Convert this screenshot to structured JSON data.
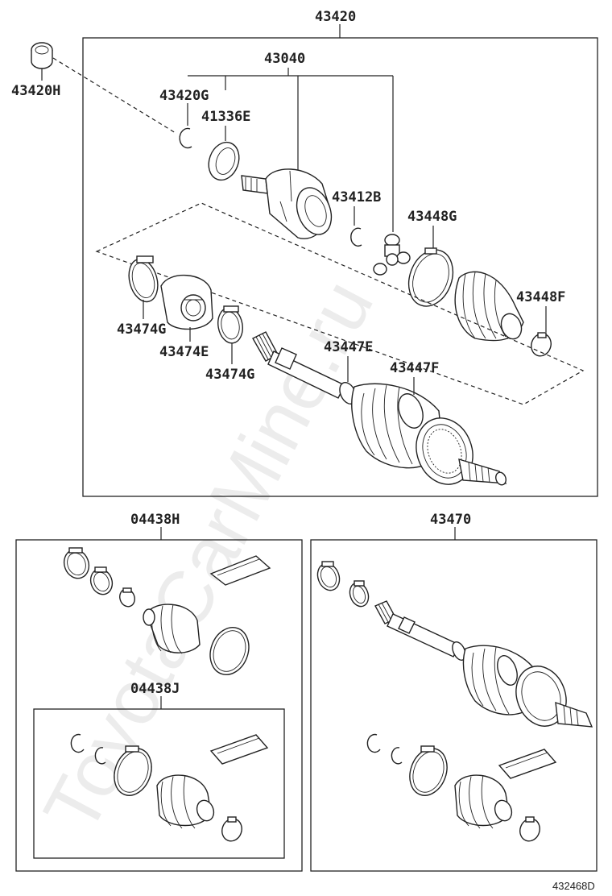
{
  "labels": {
    "assy_main": "43420",
    "assy_inboard_joint": "43040",
    "dust_cover": "43420H",
    "snap_ring_1": "43420G",
    "snap_ring_2": "41336E",
    "snap_ring_3": "43412B",
    "band_inner_large": "43448G",
    "band_inner_small": "43448F",
    "band_outer_1": "43474G",
    "boot_outer": "43474E",
    "band_outer_2": "43474G",
    "clamp_e": "43447E",
    "clamp_f": "43447F",
    "boot_kit": "04438H",
    "boot_kit_inner": "04438J",
    "shaft_assy": "43470"
  },
  "watermark": "ToyotaCarMine.ru",
  "diagram_code": "432468D"
}
